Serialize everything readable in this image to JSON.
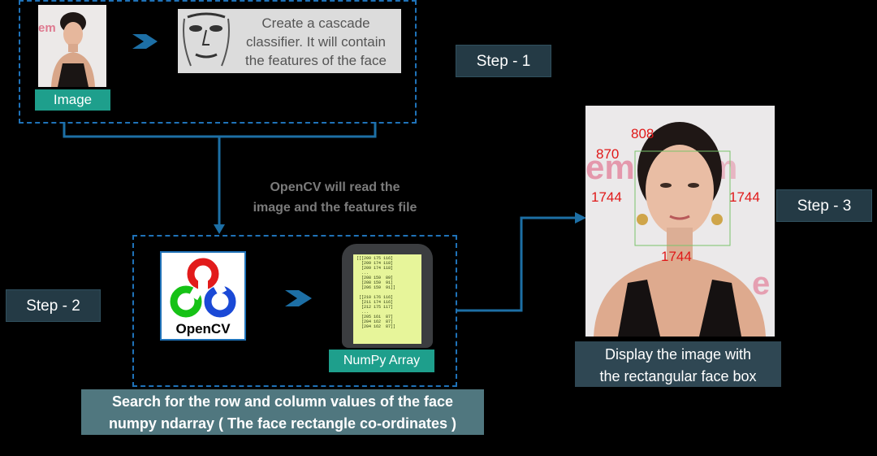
{
  "step1": {
    "image_label": "Image",
    "cascade_text": [
      "Create a cascade",
      "classifier. It will contain",
      "the features of the face"
    ],
    "step_label": "Step - 1"
  },
  "connector_note": [
    "OpenCV will read the",
    "image and the features file"
  ],
  "step2": {
    "opencv_label": "OpenCV",
    "numpy_label": "NumPy Array",
    "array_values": [
      "[[[209 175 116]",
      "  [209 174 118]",
      "  [209 174 118]",
      "  ...",
      "  [208 159  89]",
      "  [208 159  91]",
      "  [206 159  91]]",
      "",
      " [[210 176 116]",
      "  [211 174 116]",
      "  [212 175 117]",
      "  ...",
      "  [205 161  87]",
      "  [204 162  87]",
      "  [204 162  87]]"
    ],
    "step_label": "Step - 2",
    "caption": [
      "Search for the row and column values of the face",
      "numpy ndarray ( The face rectangle co-ordinates )"
    ]
  },
  "step3": {
    "coords": {
      "top": "808",
      "top_left": "870",
      "left": "1744",
      "right": "1744",
      "bottom": "1744"
    },
    "caption": [
      "Display the image with",
      "the rectangular face box"
    ],
    "step_label": "Step - 3"
  },
  "colors": {
    "dash": "#1f72b8",
    "arrow": "#1d6fa5",
    "teal": "#1e9f8c",
    "step_bg": "#243a45",
    "coord_red": "#e01818",
    "face_box": "#7ac46a"
  }
}
